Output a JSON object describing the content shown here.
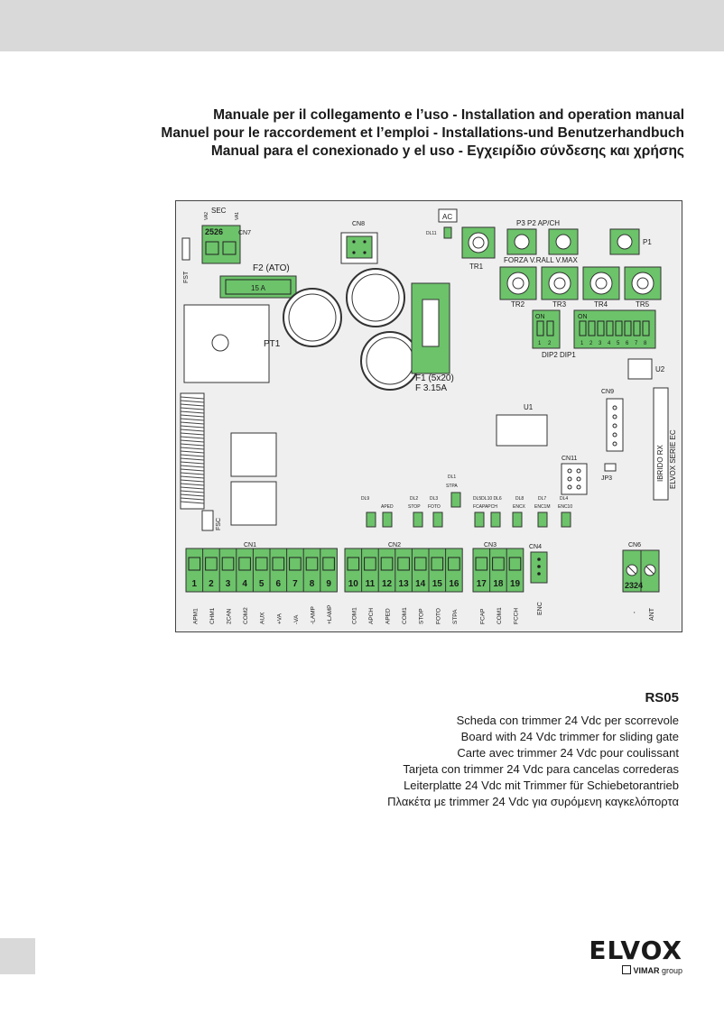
{
  "titles": [
    "Manuale per il collegamento e l’uso - Installation and operation manual",
    "Manuel pour le raccordement et l’emploi - Installations-und Benutzerhandbuch",
    "Manual para el conexionado y el uso - Εγχειρίδιο σύνδεσης και χρήσης"
  ],
  "board": {
    "sec": "SEC",
    "va2": "VA2",
    "va1": "VA1",
    "sec_terminals": "2526",
    "cn7": "CN7",
    "cn8": "CN8",
    "ac": "AC",
    "dl11": "DL11",
    "fst": "FST",
    "fuse2": "F2 (ATO)",
    "fuse2_value": "15 A",
    "pt1": "PT1",
    "fuse1": "F1 (5x20)",
    "fuse1_value": "F 3.15A",
    "tr1": "TR1",
    "p3p2": "P3 P2 AP/CH",
    "p1": "P1",
    "forza": "FORZA V.RALL V.MAX",
    "tr2": "TR2",
    "tr3": "TR3",
    "tr4": "TR4",
    "tr5": "TR5",
    "on": "ON",
    "dip2_numbers": [
      "1",
      "2"
    ],
    "dip1_numbers": [
      "1",
      "2",
      "3",
      "4",
      "5",
      "6",
      "7",
      "8"
    ],
    "dip_label": "DIP2 DIP1",
    "u2": "U2",
    "u1": "U1",
    "cn9": "CN9",
    "ibrido": "IBRIDO RX",
    "elvox_serie": "ELVOX SERIE EC",
    "cn11": "CN11",
    "jp3": "JP3",
    "dl1": "DL1",
    "stpa": "STPA",
    "dl9": "DL9",
    "aped": "APED",
    "dl2": "DL2",
    "stop": "STOP",
    "dl3": "DL3",
    "foto": "FOTO",
    "dl5_dl10_dl6": "DL5DL10 DL6",
    "fcap_apch": "FCAPAPCH",
    "dl8": "DL8",
    "encx": "ENCX",
    "dl7": "DL7",
    "enc1m": "ENC1M",
    "dl4": "DL4",
    "enc10": "ENC10",
    "fsc": "FSC",
    "cn1": "CN1",
    "cn2": "CN2",
    "cn3": "CN3",
    "cn4": "CN4",
    "cn6": "CN6",
    "cn6_terminals": "2324",
    "cn1_numbers": [
      "1",
      "2",
      "3",
      "4",
      "5",
      "6",
      "7",
      "8",
      "9"
    ],
    "cn1_labels": [
      "APM1",
      "CHM1",
      "2CAN",
      "COM2",
      "AUX",
      "+VA",
      "-VA",
      "-LAMP",
      "+LAMP"
    ],
    "cn2_numbers": [
      "10",
      "11",
      "12",
      "13",
      "14",
      "15",
      "16"
    ],
    "cn2_labels": [
      "COM1",
      "APCH",
      "APED",
      "COM1",
      "STOP",
      "FOTO",
      "STPA"
    ],
    "cn3_numbers": [
      "17",
      "18",
      "19"
    ],
    "cn3_labels": [
      "FCAP",
      "COM1",
      "FCCH"
    ],
    "cn4_label": "ENC",
    "cn6_labels": [
      "-",
      "ANT"
    ]
  },
  "model": {
    "code": "RS05",
    "descriptions": [
      "Scheda con trimmer 24 Vdc per scorrevole",
      "Board with 24 Vdc trimmer for sliding gate",
      "Carte avec trimmer 24 Vdc pour coulissant",
      "Tarjeta con trimmer 24 Vdc para cancelas correderas",
      "Leiterplatte 24 Vdc mit Trimmer für Schiebetorantrieb",
      "Πλακέτα με trimmer 24 Vdc για συρόμενη καγκελόπορτα"
    ]
  },
  "logo": {
    "brand": "ELVOX",
    "group_brand": "VIMAR",
    "group_suffix": "group"
  },
  "colors": {
    "green": "#6cc36a",
    "board": "#efefef",
    "header": "#d9d9d9"
  }
}
